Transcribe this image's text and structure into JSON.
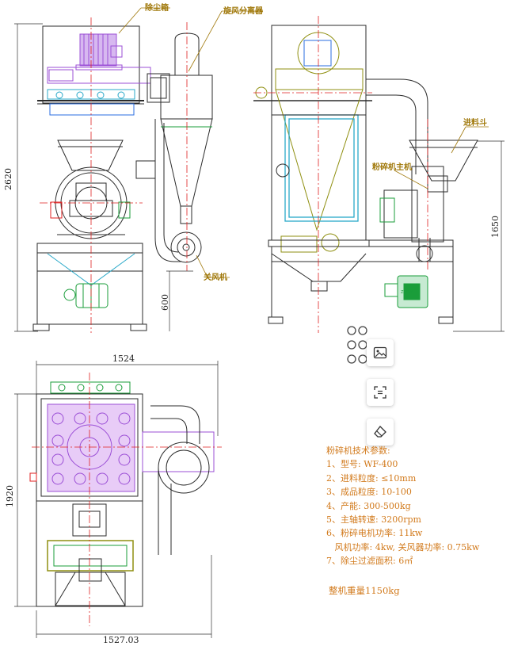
{
  "labels": {
    "dust_box": "除尘箱",
    "cyclone": "旋风分离器",
    "air_lock": "关风机",
    "feed_hopper": "进料斗",
    "main_unit": "粉碎机主机",
    "motor_plate": "ZRSW"
  },
  "dimensions": {
    "height_total": "2620",
    "base_height": "600",
    "feed_height": "1650",
    "top_width": "1524",
    "plan_depth": "1920",
    "bottom_width": "1527.03"
  },
  "specs": {
    "title": "粉碎机技术参数:",
    "items": [
      "1、型号: WF-400",
      "2、进料粒度: ≤10mm",
      "3、成品粒度: 10-100",
      "4、产能: 300-500kg",
      "5、主轴转速: 3200rpm",
      "6、粉碎电机功率: 11kw",
      "   风机功率: 4kw, 关风器功率: 0.75kw",
      "7、除尘过滤面积: 6㎡"
    ],
    "weight": "整机重量1150kg"
  },
  "toolbar": {
    "image_icon": "image-icon",
    "crop_icon": "crop-icon",
    "eraser_icon": "eraser-icon"
  },
  "colors": {
    "frame": "#2b2b2b",
    "centerline": "#e02020",
    "motor": "#9b4fd6",
    "cyan": "#2aa9c9",
    "green": "#1a9d3a",
    "olive": "#8f8f10",
    "leader": "#a0780a",
    "spec_text": "#d27a1c"
  }
}
